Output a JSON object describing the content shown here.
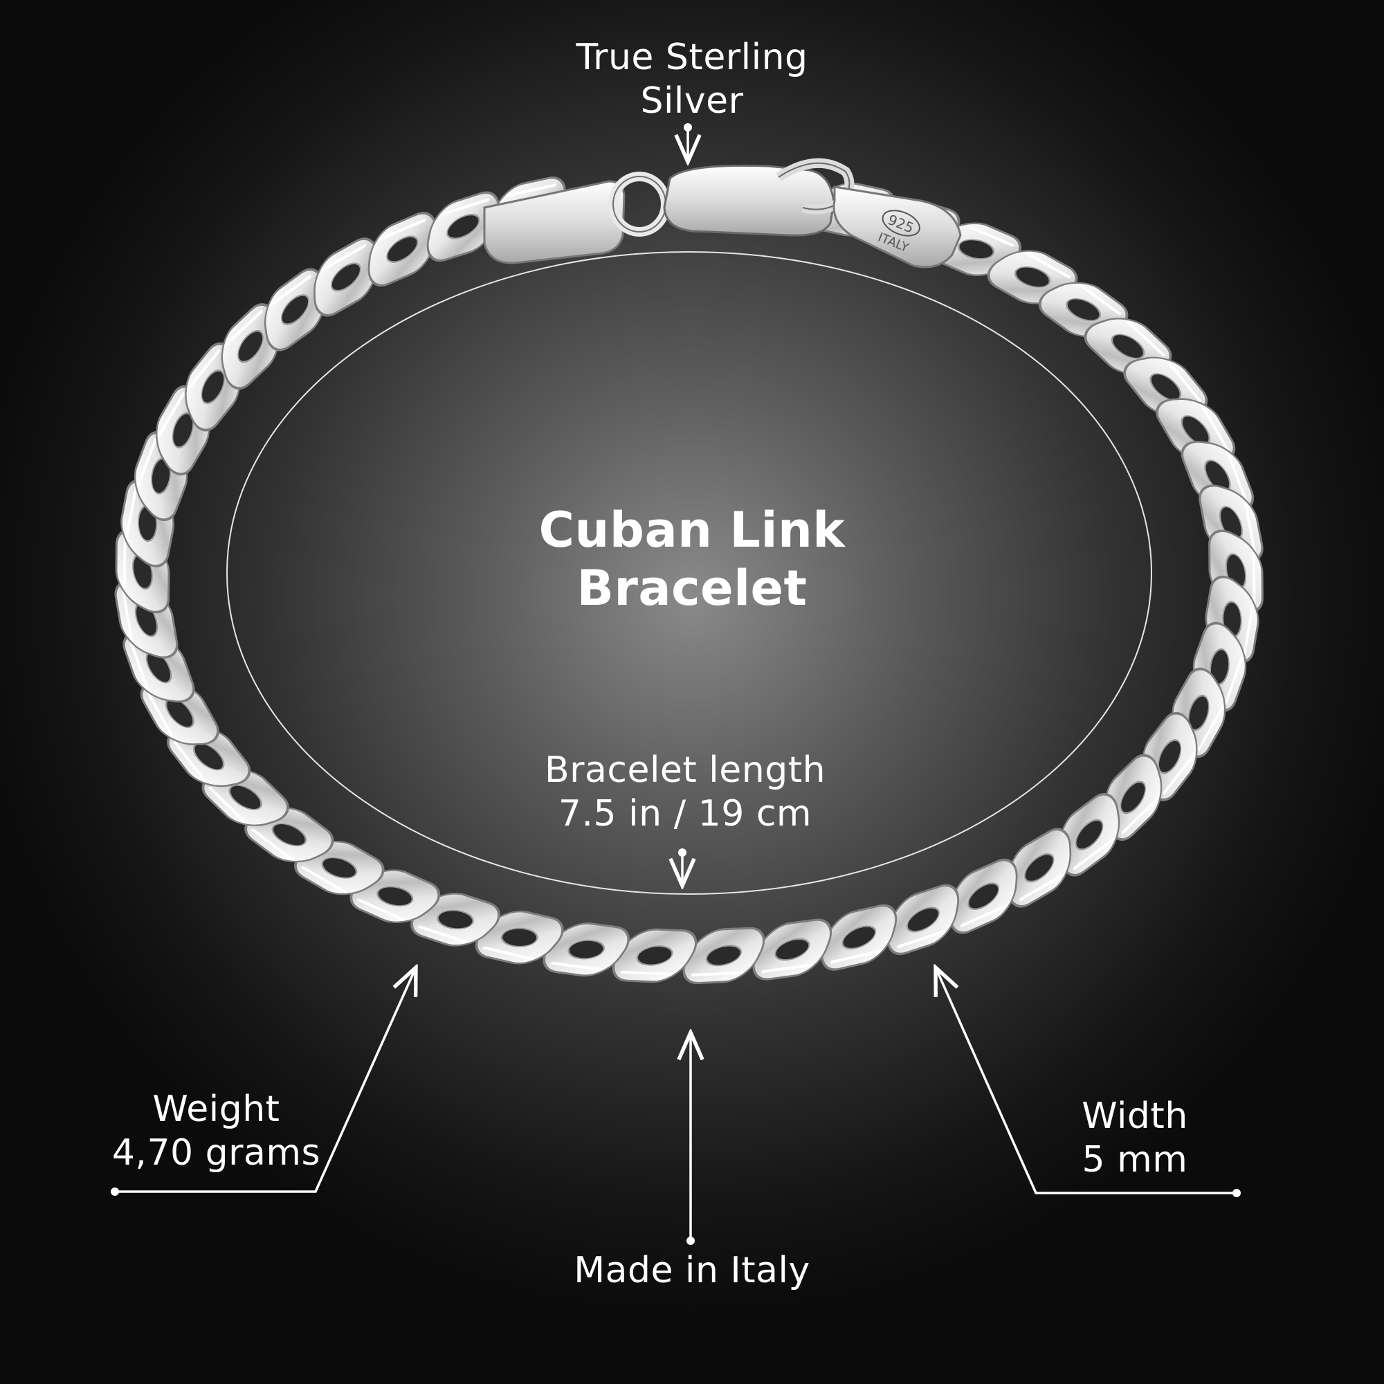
{
  "product": {
    "title_line1": "Cuban Link",
    "title_line2": "Bracelet"
  },
  "callouts": {
    "material_line1": "True Sterling",
    "material_line2": "Silver",
    "length_line1": "Bracelet length",
    "length_line2": "7.5 in / 19 cm",
    "weight_line1": "Weight",
    "weight_line2": "4,70 grams",
    "width_line1": "Width",
    "width_line2": "5 mm",
    "origin": "Made in Italy"
  },
  "hallmarks": {
    "stamp_right_purity": "925",
    "stamp_right_country": "ITALY"
  },
  "colors": {
    "background_center": "#8a8a8a",
    "background_edge": "#0b0b0b",
    "text": "#ffffff",
    "silver_light": "#f4f4f4",
    "silver_shadow": "#9a9a9a"
  }
}
